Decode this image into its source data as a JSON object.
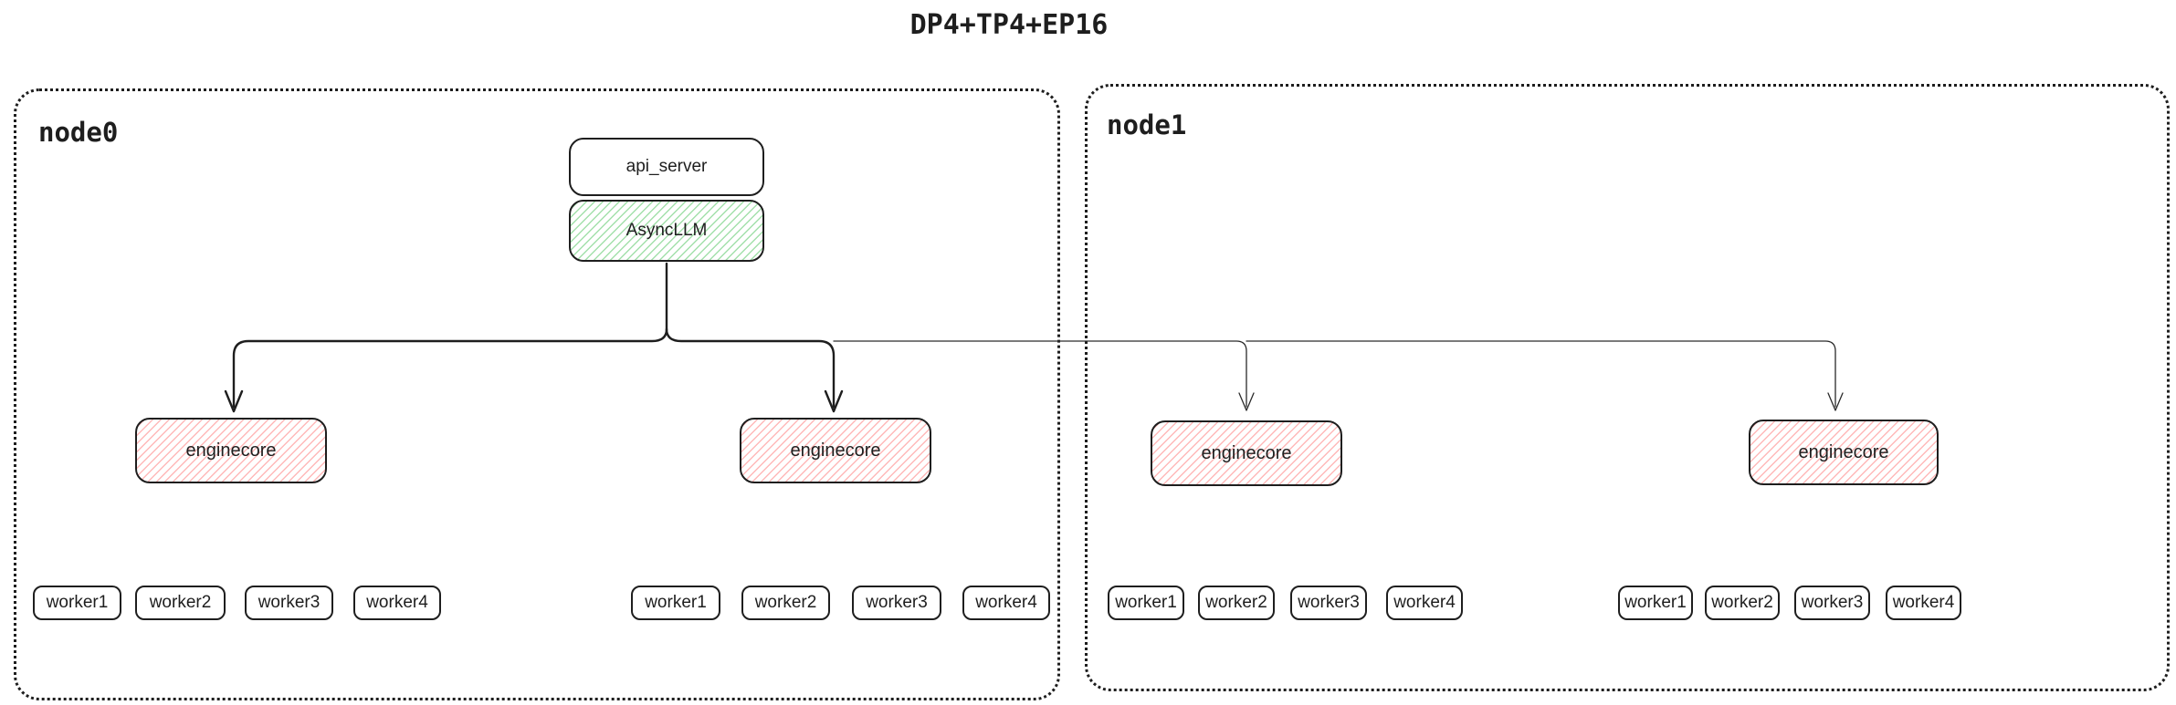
{
  "title": "DP4+TP4+EP16",
  "colors": {
    "stroke": "#1e1e1e",
    "green_hatch": "#57c766",
    "red_hatch": "#ff7373",
    "background": "#ffffff"
  },
  "nodes": [
    {
      "label": "node0",
      "api_server_label": "api_server",
      "async_llm_label": "AsyncLLM",
      "enginecores": [
        {
          "label": "enginecore",
          "workers": [
            "worker1",
            "worker2",
            "worker3",
            "worker4"
          ]
        },
        {
          "label": "enginecore",
          "workers": [
            "worker1",
            "worker2",
            "worker3",
            "worker4"
          ]
        }
      ]
    },
    {
      "label": "node1",
      "enginecores": [
        {
          "label": "enginecore",
          "workers": [
            "worker1",
            "worker2",
            "worker3",
            "worker4"
          ]
        },
        {
          "label": "enginecore",
          "workers": [
            "worker1",
            "worker2",
            "worker3",
            "worker4"
          ]
        }
      ]
    }
  ]
}
